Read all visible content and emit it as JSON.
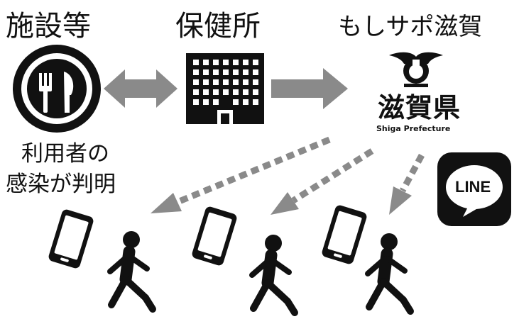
{
  "labels": {
    "facility": "施設等",
    "health_center": "保健所",
    "moshisapo": "もしサポ滋賀",
    "user_infected_line1": "利用者の",
    "user_infected_line2": "感染が判明"
  },
  "prefecture_logo": {
    "name_ja": "滋賀県",
    "name_en": "Shiga Prefecture"
  },
  "line_app": {
    "label": "LINE"
  },
  "icons": {
    "facility": "restaurant-fork-knife-icon",
    "health_center": "office-building-icon",
    "prefecture": "shiga-prefecture-emblem-icon",
    "line": "line-app-icon",
    "phone": "smartphone-icon",
    "person": "walking-person-icon"
  },
  "colors": {
    "icon": "#111111",
    "arrow": "#8a8a8a",
    "background": "#ffffff"
  }
}
